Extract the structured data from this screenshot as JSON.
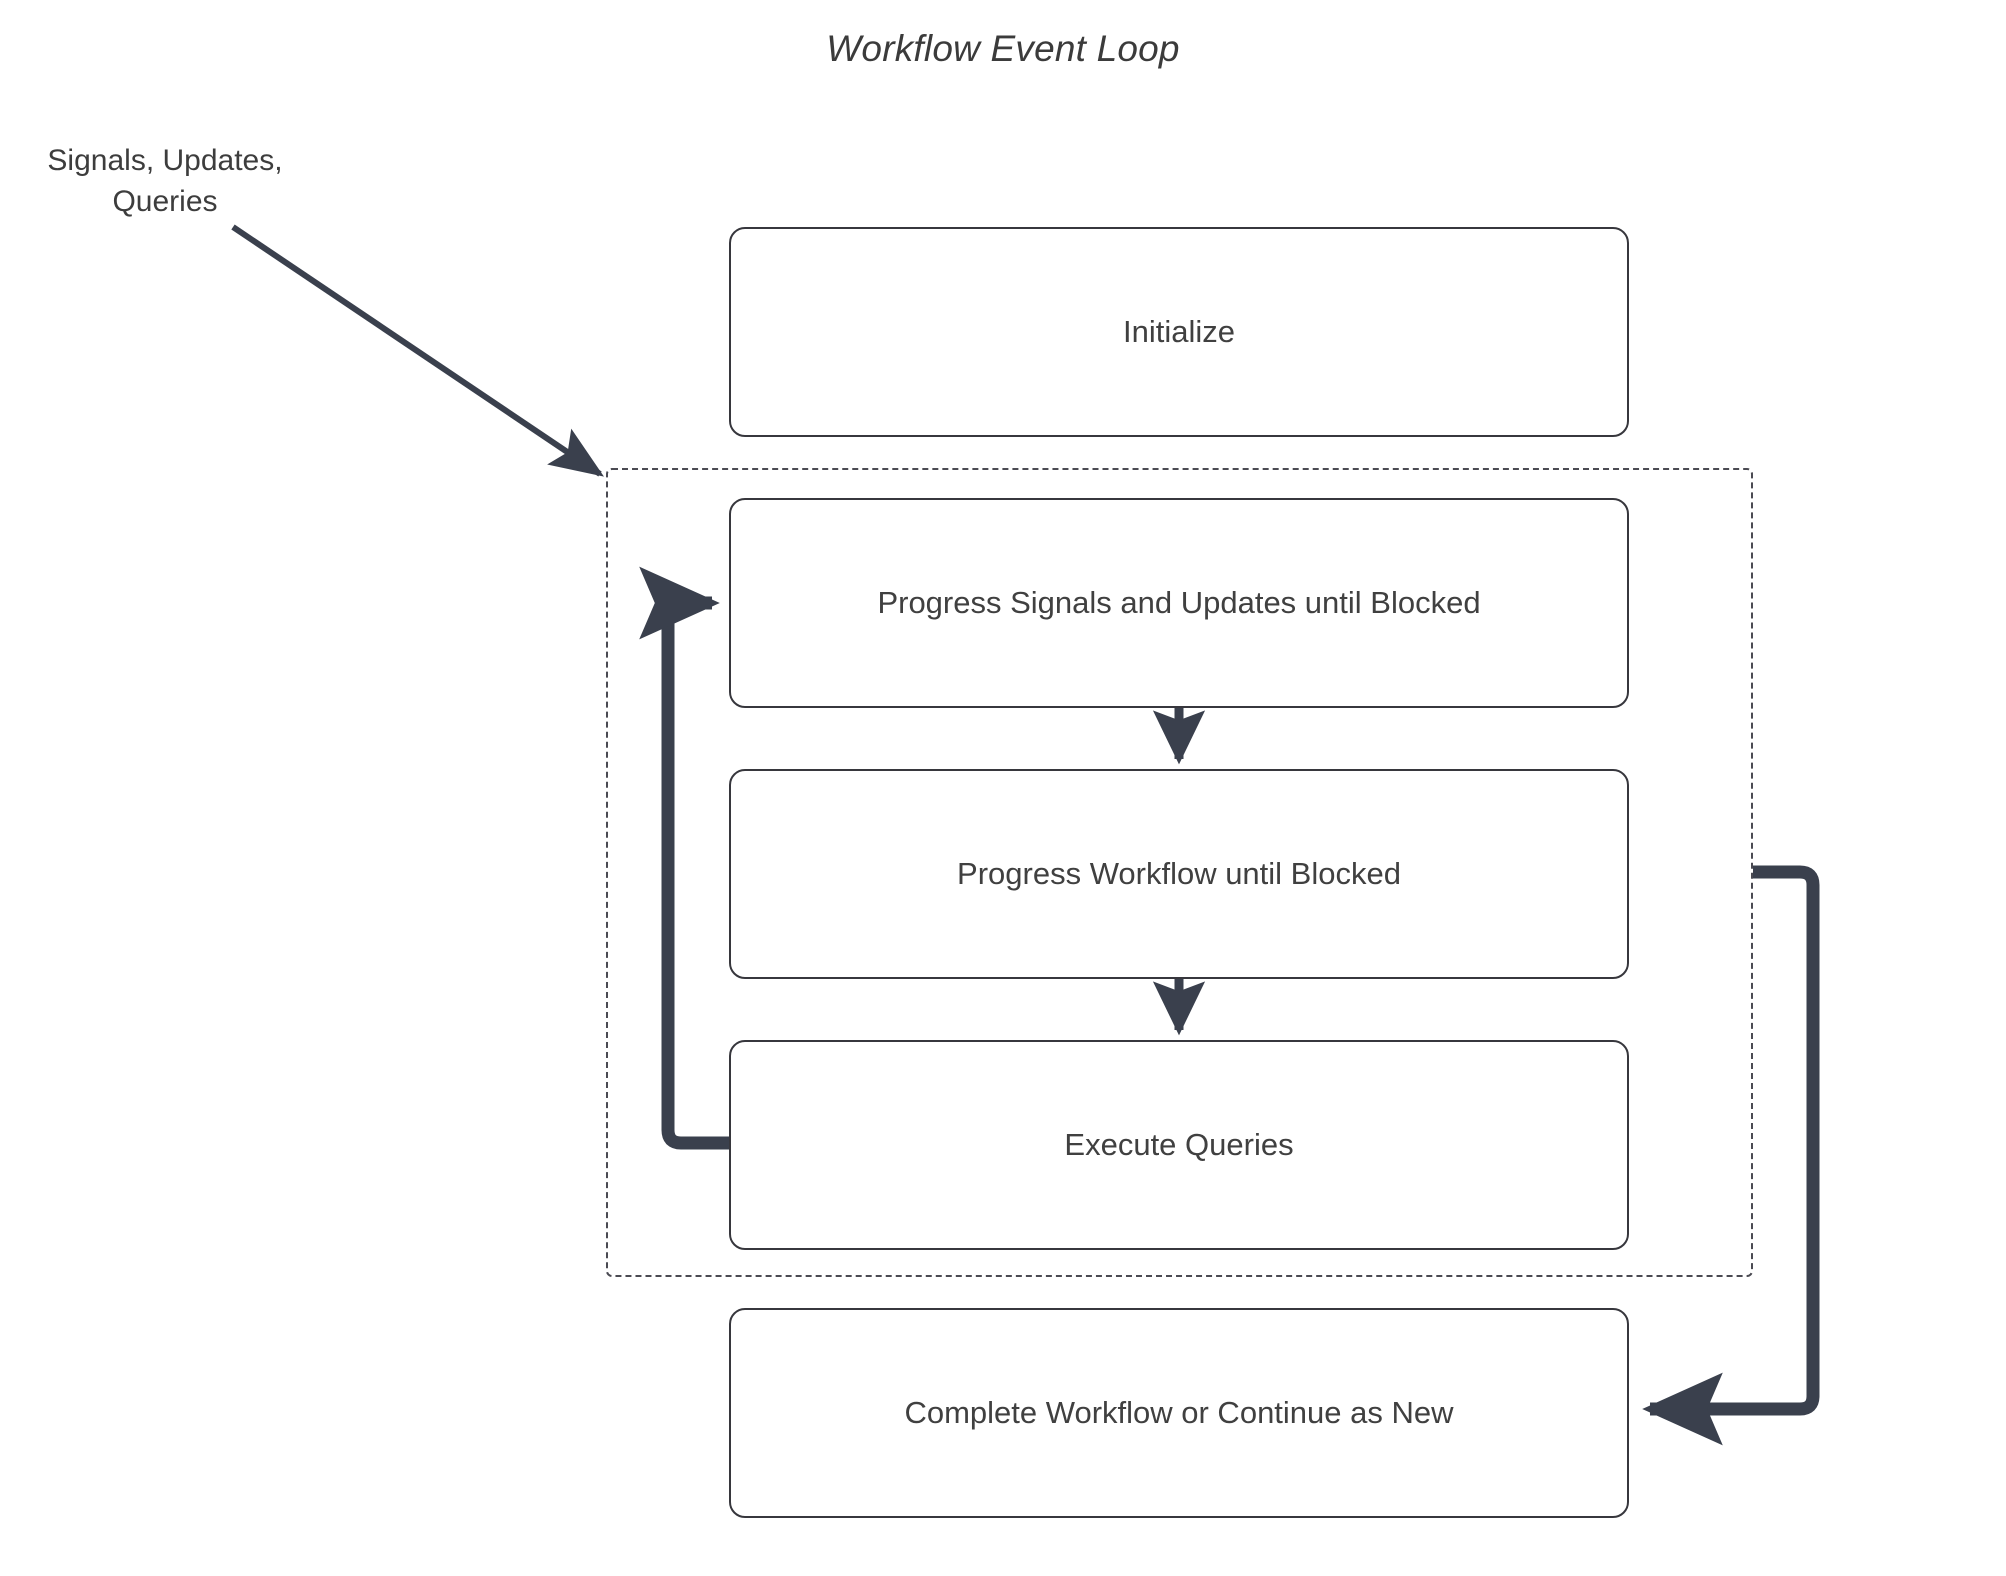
{
  "diagram": {
    "title": "Workflow Event Loop",
    "inbound_label": "Signals, Updates,\nQueries",
    "colors": {
      "node_border": "#37373d",
      "node_fill": "#ffffff",
      "text": "#404040",
      "arrow": "#3a404d",
      "loop_border": "#4a4a52",
      "background": "#ffffff"
    },
    "nodes": [
      {
        "id": "initialize",
        "label": "Initialize"
      },
      {
        "id": "progress-signals",
        "label": "Progress Signals and Updates until Blocked"
      },
      {
        "id": "progress-workflow",
        "label": "Progress Workflow until Blocked"
      },
      {
        "id": "execute-queries",
        "label": "Execute Queries"
      },
      {
        "id": "complete",
        "label": "Complete Workflow or Continue as New"
      }
    ],
    "loop_group": {
      "id": "event-loop-group",
      "style": "dashed",
      "contains": [
        "progress-signals",
        "progress-workflow",
        "execute-queries"
      ]
    },
    "edges": [
      {
        "id": "inbound-edge",
        "from": "Signals, Updates, Queries",
        "to": "event-loop-group",
        "style": "thin-diagonal"
      },
      {
        "id": "signals-to-workflow",
        "from": "progress-signals",
        "to": "progress-workflow",
        "style": "vertical-arrow"
      },
      {
        "id": "workflow-to-queries",
        "from": "progress-workflow",
        "to": "execute-queries",
        "style": "vertical-arrow"
      },
      {
        "id": "loop-back-edge",
        "from": "execute-queries",
        "to": "progress-signals",
        "style": "thick-loop-left"
      },
      {
        "id": "exit-edge",
        "from": "event-loop-group",
        "to": "complete",
        "style": "thick-loop-right"
      }
    ]
  }
}
